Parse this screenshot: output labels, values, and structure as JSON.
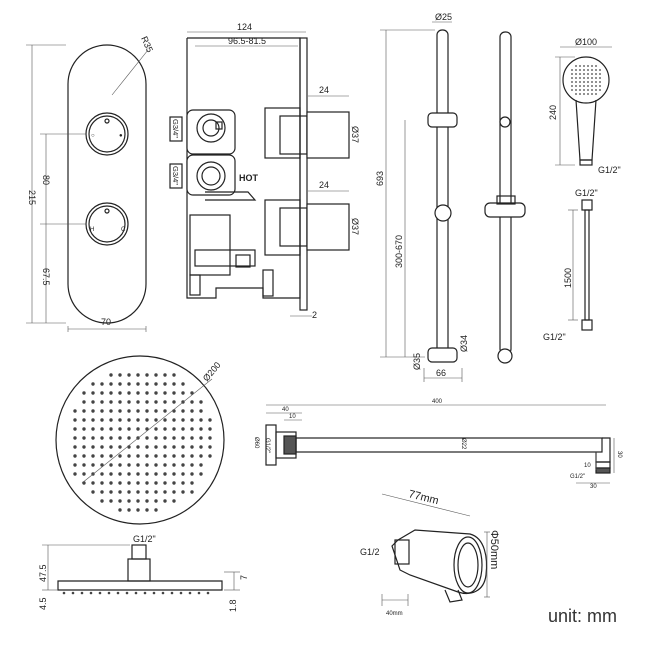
{
  "valve_front": {
    "radius": "R35",
    "height": "215",
    "spacing": "80",
    "lower": "67.5",
    "width": "70",
    "knob_hot": "H",
    "knob_cold": "C"
  },
  "valve_side": {
    "depth_total": "124",
    "depth_range": "96.5-81.5",
    "thread_top": "G3/4\"",
    "thread_bottom": "G3/4\"",
    "hot": "HOT",
    "spindle_len_top": "24",
    "spindle_len_bottom": "24",
    "spindle_dia_top": "Ø37",
    "spindle_dia_bottom": "Ø37",
    "plate": "2"
  },
  "slide_rail": {
    "rod_dia": "Ø25",
    "height": "693",
    "adjust": "300-670",
    "bracket_dia": "Ø34",
    "base_dia": "Ø35",
    "base_width": "66"
  },
  "hand_shower": {
    "head_dia": "Ø100",
    "length": "240",
    "thread": "G1/2\""
  },
  "hose": {
    "thread_top": "G1/2\"",
    "length": "1500",
    "thread_bottom": "G1/2\""
  },
  "rain_head": {
    "diameter": "Ø200",
    "thread": "G1/2\"",
    "height": "47.5",
    "neck": "7",
    "bottom": "4.5",
    "edge": "1.8"
  },
  "arm": {
    "length": "400",
    "dim_40": "40",
    "dim_10": "10",
    "flange": "Ø60",
    "thread_in": "G1/2\"",
    "pipe": "Ø22",
    "drop_10": "10",
    "drop_30": "30",
    "thread_out": "G1/2\"",
    "end_30": "30"
  },
  "outlet": {
    "length": "77mm",
    "diameter": "Φ50mm",
    "thread": "G1/2",
    "depth": "40mm"
  },
  "unit_label": "unit: mm"
}
